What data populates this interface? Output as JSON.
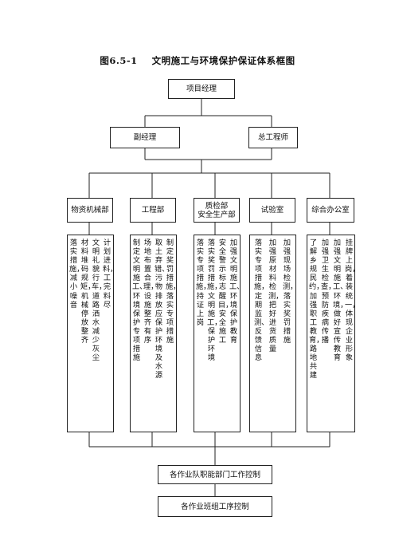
{
  "title": {
    "number": "图6.5-1",
    "text": "文明施工与环境保护保证体系框图"
  },
  "top": "项目经理",
  "level2": {
    "left": "副经理",
    "right": "总工程师"
  },
  "departments": [
    {
      "name": "物资机械部",
      "duties": [
        "落实措施，减小噪音",
        "材料堆码规矩，机械停放整齐",
        "文明礼貌行车，道路洒水减少灰尘",
        "计划进料，工完料尽"
      ]
    },
    {
      "name": "工程部",
      "duties": [
        "制定文明施工、环境保护专项措施",
        "场地布置合理，设施整齐有序",
        "取土弃错、污物排放应保护环境及水源",
        "制定奖罚措施，落实专项措施"
      ]
    },
    {
      "name": "质检部\n安全生产部",
      "duties": [
        "落实专项措施，持证上岗",
        "落实奖罚措施，文明施工，保护环境",
        "安全警示标志醒目，安全施工",
        "加强文明施工、环境保护教育"
      ]
    },
    {
      "name": "试验室",
      "duties": [
        "落实专项措施，定期监测、反馈信息",
        "加强原材料检测，把好进货质量",
        "加强现场检测，落实奖罚措施"
      ]
    },
    {
      "name": "综合办公室",
      "duties": [
        "了解乡规民约，加强职工教育，路地共建",
        "加强卫生检查，预防疾病传播",
        "加强文明施工、环境，做好宣传教育",
        "挂牌上岗，着装统一，体现企业形象"
      ]
    }
  ],
  "bottom1": "各作业队职能部门工作控制",
  "bottom2": "各作业班组工序控制"
}
